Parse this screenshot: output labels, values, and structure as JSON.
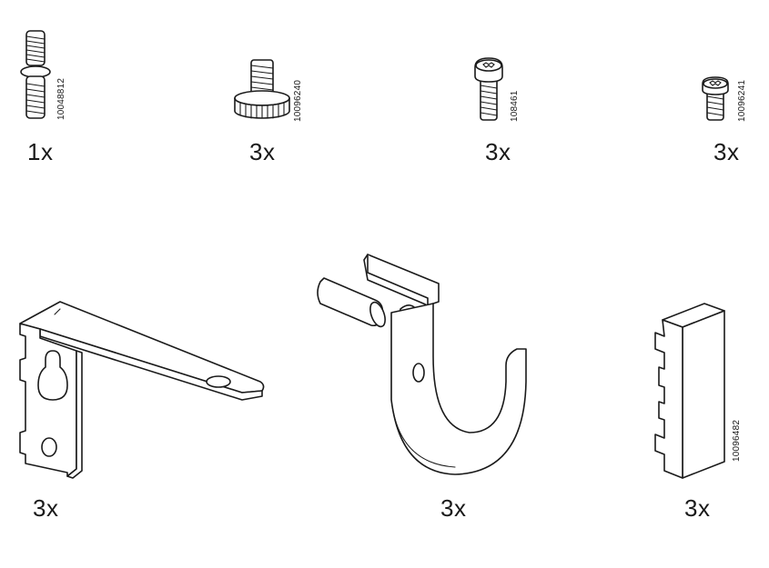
{
  "parts": [
    {
      "id": "stud-bolt",
      "quantity": "1x",
      "article": "10048812",
      "icon": "double-ended-stud-bolt-icon"
    },
    {
      "id": "thumb-screw",
      "quantity": "3x",
      "article": "10096240",
      "icon": "knurled-thumb-screw-icon"
    },
    {
      "id": "pan-head-screw",
      "quantity": "3x",
      "article": "108461",
      "icon": "pan-head-torx-screw-icon"
    },
    {
      "id": "short-screw",
      "quantity": "3x",
      "article": "10096241",
      "icon": "short-torx-screw-icon"
    },
    {
      "id": "wall-bracket",
      "quantity": "3x",
      "article": "",
      "icon": "l-wall-bracket-icon"
    },
    {
      "id": "rod-holder",
      "quantity": "3x",
      "article": "",
      "icon": "j-hook-rod-holder-icon"
    },
    {
      "id": "end-cap",
      "quantity": "3x",
      "article": "10096482",
      "icon": "end-cap-block-icon"
    }
  ]
}
